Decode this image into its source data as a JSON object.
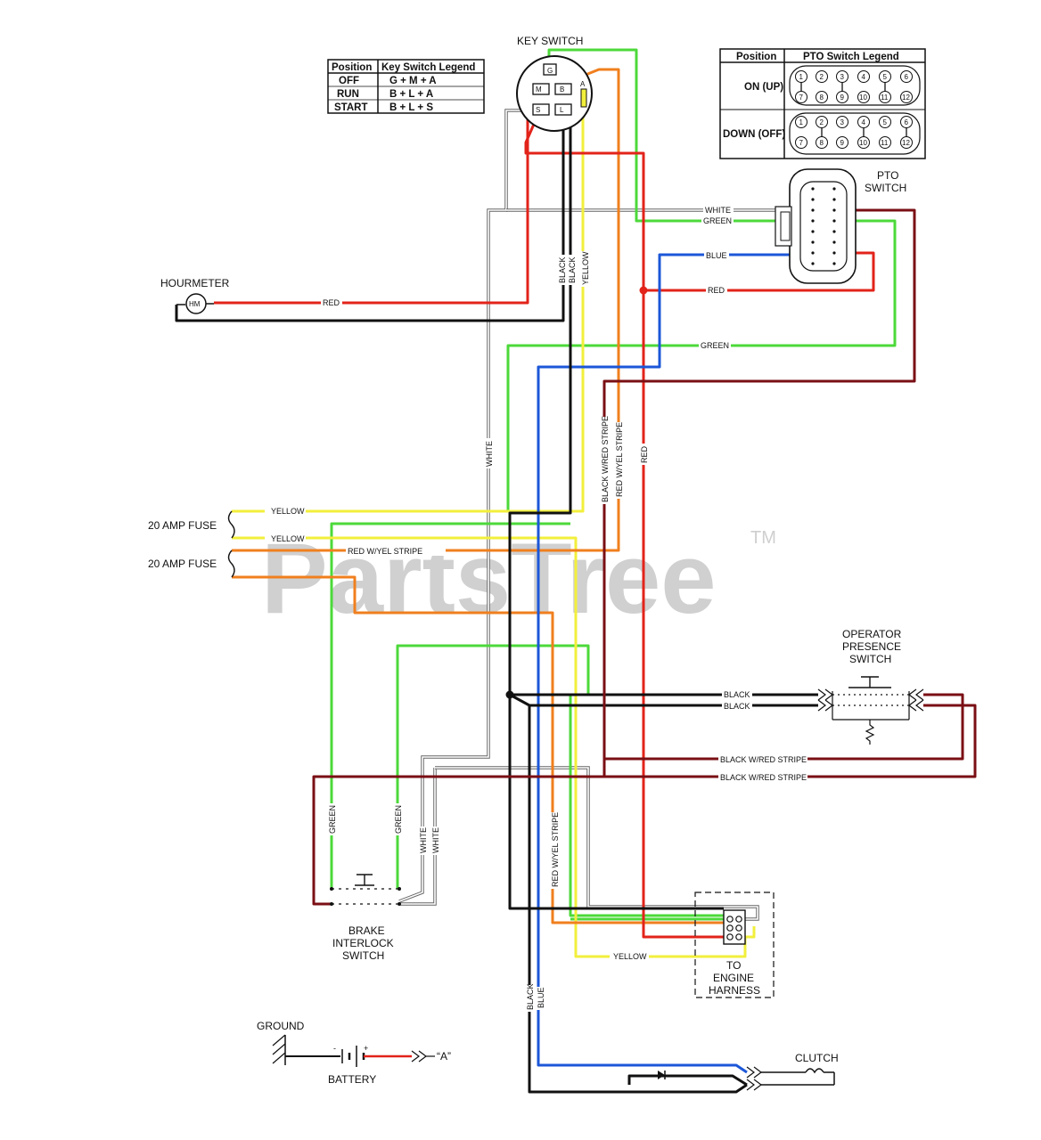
{
  "labels": {
    "key_switch": "KEY SWITCH",
    "pto_switch": [
      "PTO",
      "SWITCH"
    ],
    "hourmeter": "HOURMETER",
    "hm": "HM",
    "fuse_1": "20 AMP FUSE",
    "fuse_2": "20 AMP FUSE",
    "operator_presence_switch": [
      "OPERATOR",
      "PRESENCE",
      "SWITCH"
    ],
    "brake_interlock_switch": [
      "BRAKE",
      "INTERLOCK",
      "SWITCH"
    ],
    "to_engine_harness": [
      "TO",
      "ENGINE",
      "HARNESS"
    ],
    "ground": "GROUND",
    "battery": "BATTERY",
    "battery_neg": "-",
    "battery_pos": "+",
    "ref_a": "“A”",
    "clutch": "CLUTCH",
    "watermark": "PartsTree",
    "tm": "TM"
  },
  "key_switch_legend": {
    "headers": [
      "Position",
      "Key Switch Legend"
    ],
    "rows": [
      [
        "OFF",
        "G + M + A"
      ],
      [
        "RUN",
        "B + L + A"
      ],
      [
        "START",
        "B + L + S"
      ]
    ]
  },
  "key_switch_terminals": [
    "G",
    "A",
    "M",
    "B",
    "S",
    "L"
  ],
  "pto_switch_legend": {
    "headers": [
      "Position",
      "PTO Switch Legend"
    ],
    "positions": [
      "ON (UP)",
      "DOWN (OFF)"
    ],
    "pins_top": [
      "1",
      "2",
      "3",
      "4",
      "5",
      "6"
    ],
    "pins_bottom": [
      "7",
      "8",
      "9",
      "10",
      "11",
      "12"
    ]
  },
  "wire_labels": {
    "white_pto": "WHITE",
    "green_pto": "GREEN",
    "blue_pto": "BLUE",
    "red_pto": "RED",
    "green_mid": "GREEN",
    "red_hourmeter": "RED",
    "black_1": "BLACK",
    "black_2": "BLACK",
    "yellow_vert": "YELLOW",
    "white_vert": "WHITE",
    "black_red_vert": "BLACK W/RED STRIPE",
    "red_yel_vert": "RED W/YEL STRIPE",
    "red_vert": "RED",
    "yellow_fuse_1": "YELLOW",
    "yellow_fuse_2": "YELLOW",
    "red_yel_fuse": "RED W/YEL STRIPE",
    "black_ops_1": "BLACK",
    "black_ops_2": "BLACK",
    "black_red_ops_1": "BLACK W/RED STRIPE",
    "black_red_ops_2": "BLACK W/RED STRIPE",
    "green_brake_1": "GREEN",
    "green_brake_2": "GREEN",
    "white_brake_1": "WHITE",
    "white_brake_2": "WHITE",
    "red_yel_lower": "RED W/YEL STRIPE",
    "yellow_engine": "YELLOW",
    "black_lower": "BLACK",
    "blue_lower": "BLUE"
  },
  "colors": {
    "black": "#111111",
    "red": "#e2231a",
    "green": "#4cd93a",
    "yellow": "#f2ef3c",
    "orange": "#f07f1e",
    "blue": "#1c57d8",
    "dark_red": "#7a0f14",
    "white_wire": "#999999"
  }
}
